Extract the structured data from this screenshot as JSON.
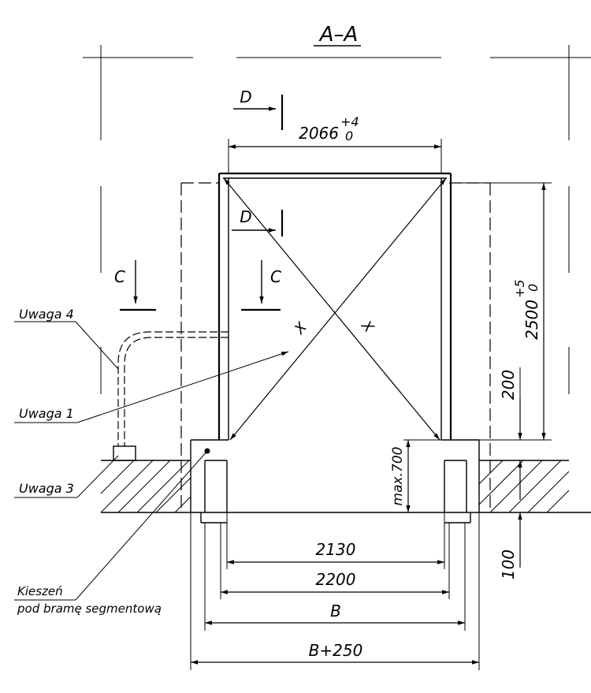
{
  "section_title": "A–A",
  "cut_labels": {
    "d_top": "D",
    "d_inner": "D",
    "c_left": "C",
    "c_right": "C"
  },
  "dimensions": {
    "top_width_base": "2066",
    "top_width_tol_upper": "+4",
    "top_width_tol_lower": "0",
    "height_base": "2500",
    "height_tol_upper": "+5",
    "height_tol_lower": "0",
    "h_200": "200",
    "h_100": "100",
    "max_700": "max.700",
    "w_2130": "2130",
    "w_2200": "2200",
    "w_b": "B",
    "w_b250": "B+250"
  },
  "diagonal_marks": {
    "left": "X",
    "right": "X"
  },
  "notes": {
    "uwaga4": "Uwaga 4",
    "uwaga1": "Uwaga 1",
    "uwaga3": "Uwaga 3",
    "kieszen_line1": "Kieszeń",
    "kieszen_line2": "pod bramę segmentową"
  }
}
